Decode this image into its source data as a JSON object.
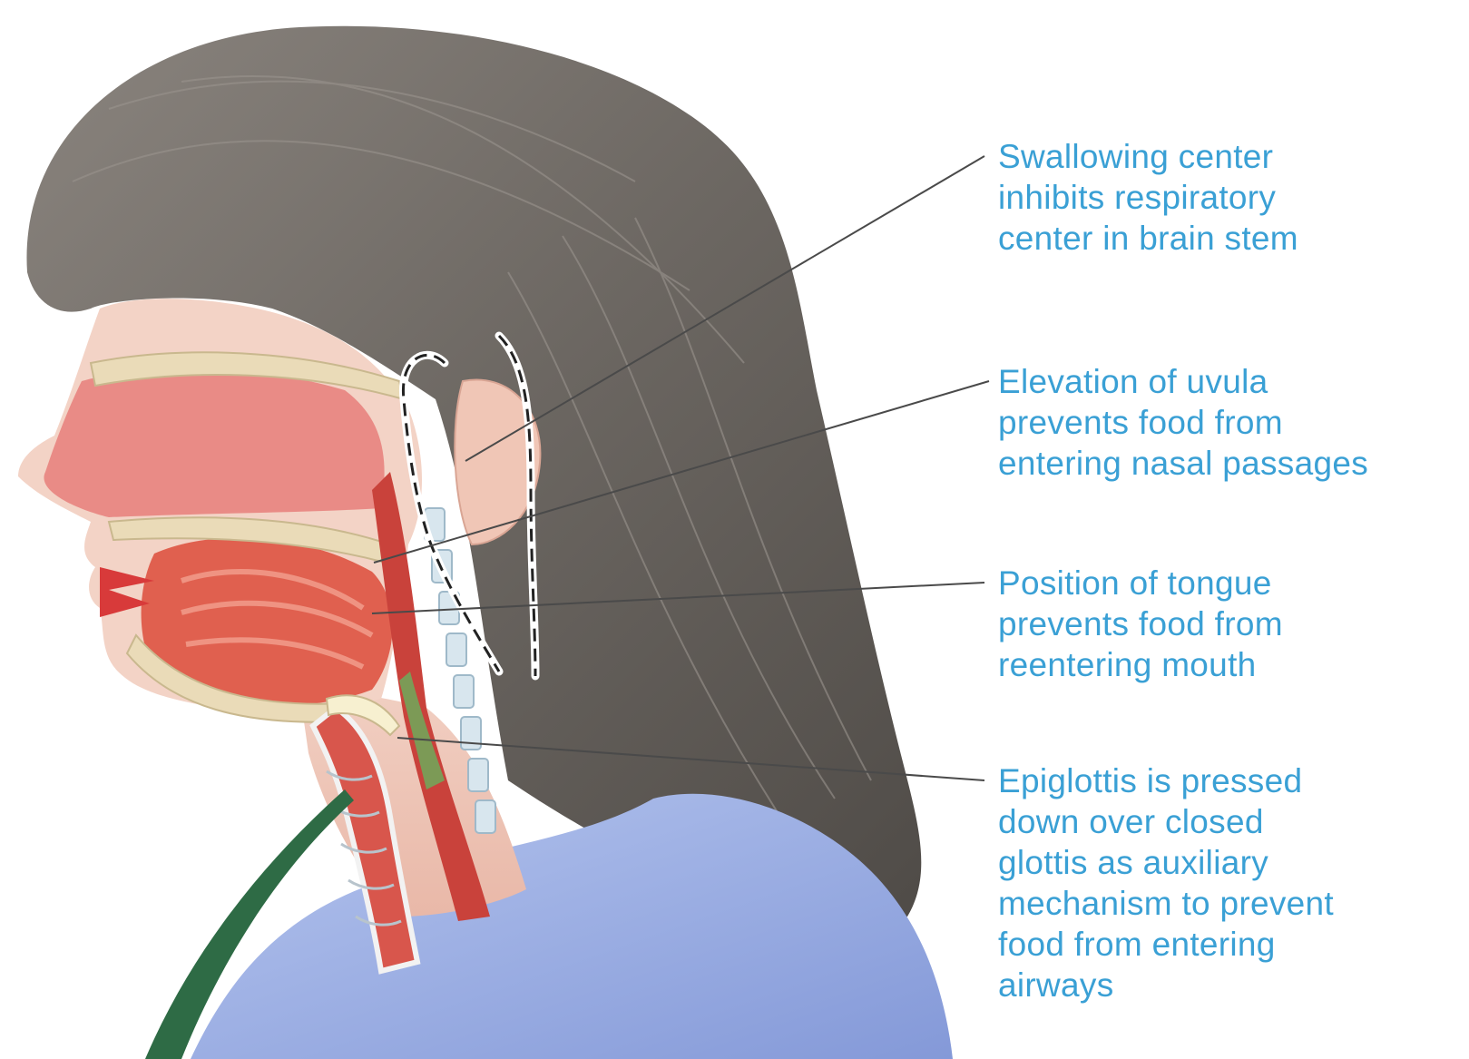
{
  "diagram": {
    "colors": {
      "label_text": "#3aa0d5",
      "leader_line": "#4a4a4a",
      "hair": "#6b6661",
      "skin": "#f3d3c6",
      "tissue": "#e56a5c",
      "shirt": "#9fb3e6",
      "trachea_ring_bg": "#ffffff"
    },
    "labels": [
      {
        "id": "swallowing-center",
        "lines": [
          "Swallowing center",
          "inhibits respiratory",
          "center in brain stem"
        ]
      },
      {
        "id": "uvula",
        "lines": [
          "Elevation of uvula",
          "prevents food from",
          "entering nasal passages"
        ]
      },
      {
        "id": "tongue",
        "lines": [
          "Position of tongue",
          "prevents food from",
          "reentering mouth"
        ]
      },
      {
        "id": "epiglottis",
        "lines": [
          "Epiglottis is pressed",
          "down over closed",
          "glottis as auxiliary",
          "mechanism to prevent",
          "food from entering",
          "airways"
        ]
      }
    ]
  }
}
